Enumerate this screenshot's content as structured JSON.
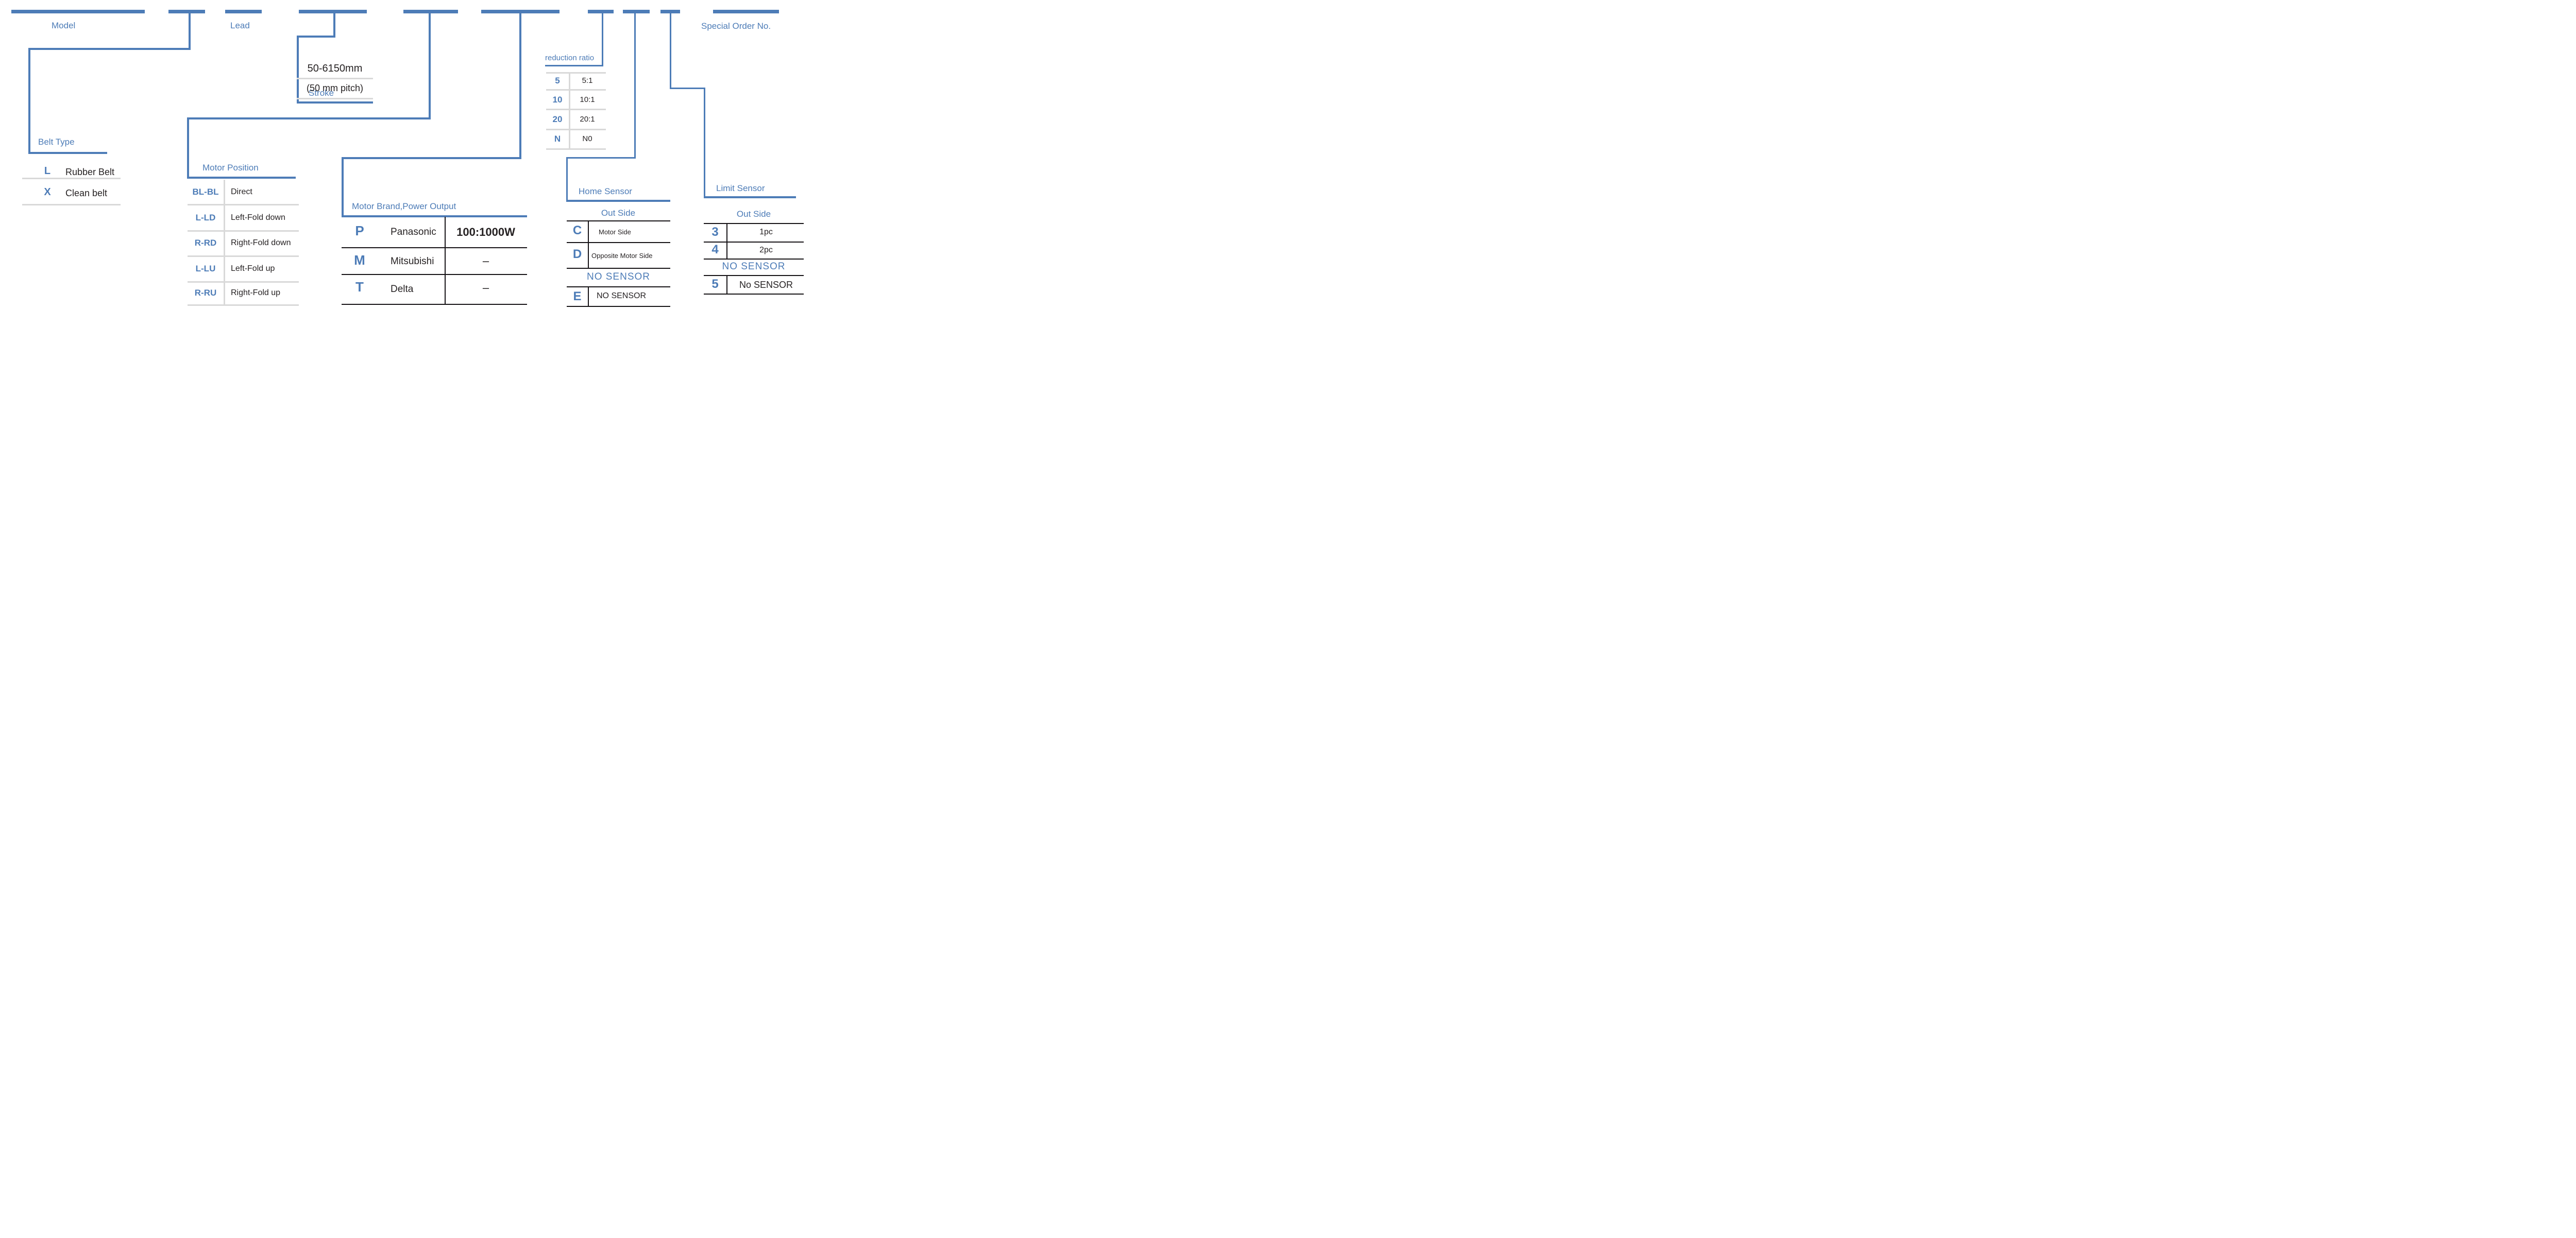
{
  "diagram": {
    "colors": {
      "accent": "#4d7cb7",
      "text_black": "#262223",
      "rule_gray": "#d9d9d9",
      "rule_black": "#161316"
    },
    "top_labels": {
      "model": "Model",
      "lead": "Lead",
      "special_order": "Special Order No."
    },
    "stroke": {
      "title": "Stroke",
      "range": "50-6150mm",
      "pitch": "(50 mm pitch)"
    },
    "belt_type": {
      "title": "Belt Type",
      "rows": [
        {
          "code": "L",
          "desc": "Rubber Belt"
        },
        {
          "code": "X",
          "desc": "Clean belt"
        }
      ]
    },
    "motor_position": {
      "title": "Motor Position",
      "rows": [
        {
          "code": "BL-BL",
          "desc": "Direct"
        },
        {
          "code": "L-LD",
          "desc": "Left-Fold down"
        },
        {
          "code": "R-RD",
          "desc": "Right-Fold down"
        },
        {
          "code": "L-LU",
          "desc": "Left-Fold up"
        },
        {
          "code": "R-RU",
          "desc": "Right-Fold up"
        }
      ]
    },
    "motor_brand": {
      "title": "Motor Brand,Power Output",
      "rows": [
        {
          "code": "P",
          "brand": "Panasonic",
          "power": "100:1000W"
        },
        {
          "code": "M",
          "brand": "Mitsubishi",
          "power": "–"
        },
        {
          "code": "T",
          "brand": "Delta",
          "power": "–"
        }
      ]
    },
    "reduction_ratio": {
      "title": "reduction ratio",
      "rows": [
        {
          "code": "5",
          "ratio": "5:1"
        },
        {
          "code": "10",
          "ratio": "10:1"
        },
        {
          "code": "20",
          "ratio": "20:1"
        },
        {
          "code": "N",
          "ratio": "N0"
        }
      ]
    },
    "home_sensor": {
      "title": "Home Sensor",
      "subtitle": "Out Side",
      "rows": [
        {
          "code": "C",
          "desc": "Motor Side"
        },
        {
          "code": "D",
          "desc": "Opposite Motor Side"
        }
      ],
      "no_sensor_label": "NO SENSOR",
      "no_sensor_row": {
        "code": "E",
        "desc": "NO SENSOR"
      }
    },
    "limit_sensor": {
      "title": "Limit Sensor",
      "subtitle": "Out Side",
      "rows": [
        {
          "code": "3",
          "desc": "1pc"
        },
        {
          "code": "4",
          "desc": "2pc"
        }
      ],
      "no_sensor_label": "NO SENSOR",
      "no_sensor_row": {
        "code": "5",
        "desc": "No SENSOR"
      }
    }
  }
}
